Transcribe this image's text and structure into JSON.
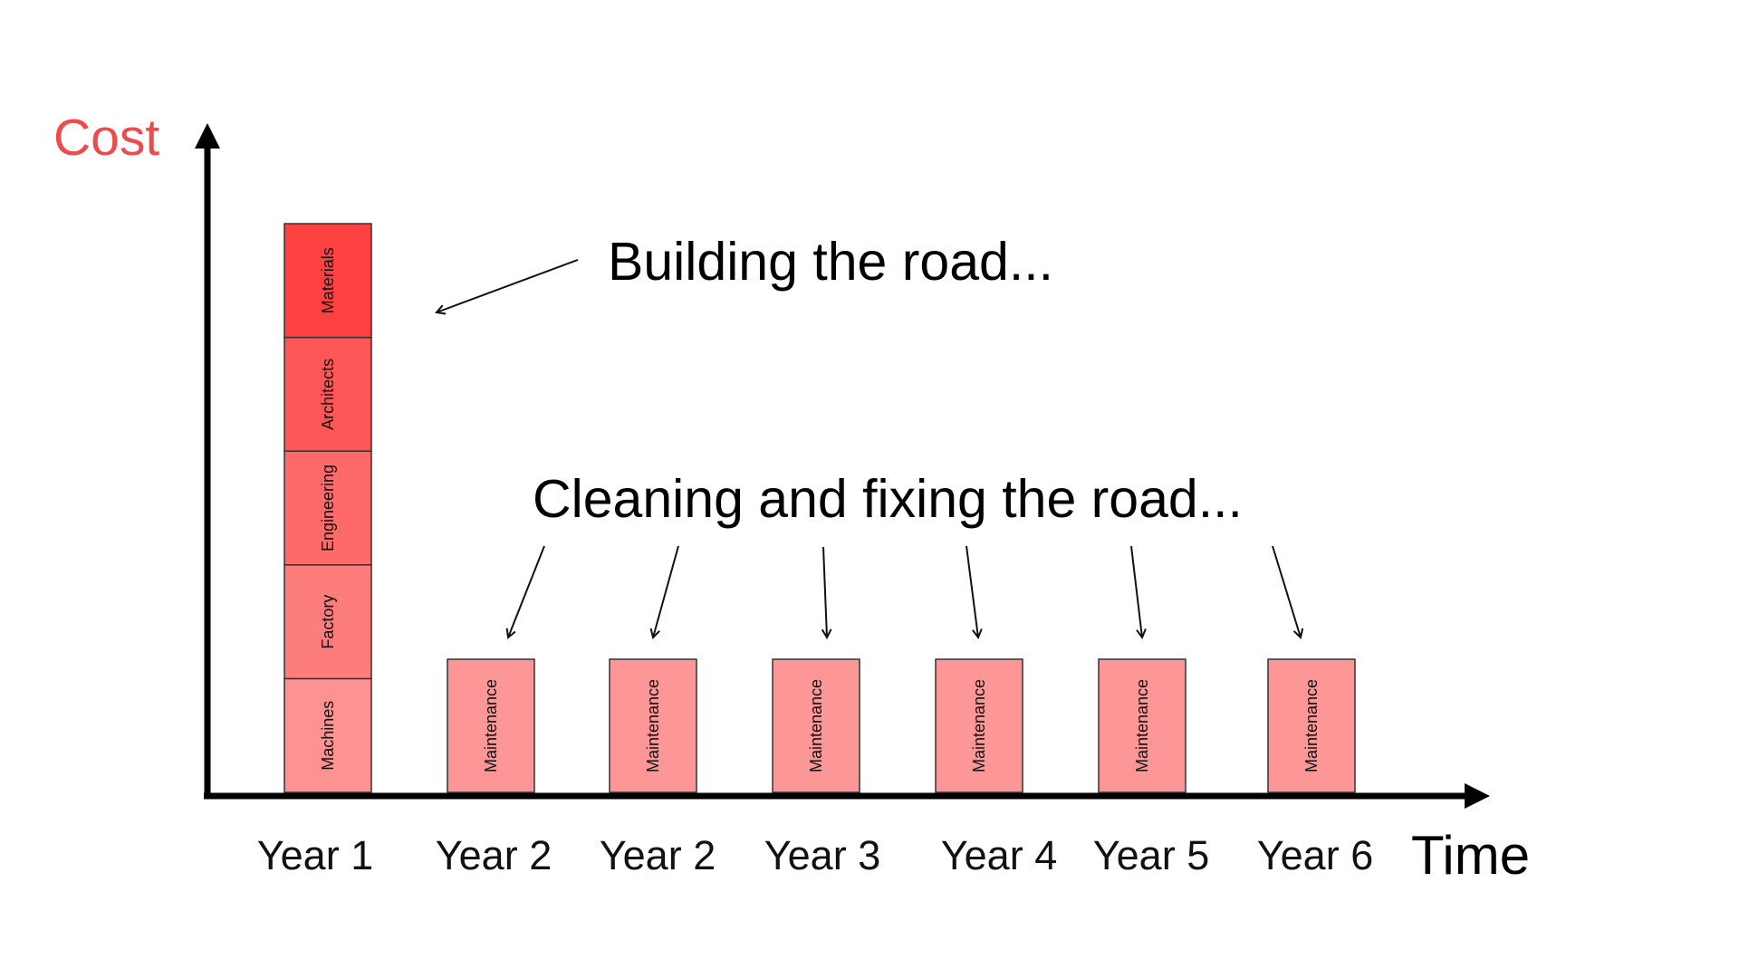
{
  "colors": {
    "axis": "#000000",
    "cost_label": "#f04a4a",
    "bar_outline": "#333333",
    "materials": "#ff4040",
    "architects": "#fe5656",
    "engineering": "#fe6a6a",
    "factory": "#fd7d7d",
    "machines": "#fd9292",
    "maintenance": "#fd9797"
  },
  "axes": {
    "y_title": "Cost",
    "x_title": "Time"
  },
  "annotations": {
    "building": "Building the road...",
    "maintaining": "Cleaning and fixing the road..."
  },
  "build_bar": {
    "year": "Year 1",
    "segments": [
      {
        "label": "Machines",
        "color": "#fd9292"
      },
      {
        "label": "Factory",
        "color": "#fd7d7d"
      },
      {
        "label": "Engineering",
        "color": "#fe6a6a"
      },
      {
        "label": "Architects",
        "color": "#fe5656"
      },
      {
        "label": "Materials",
        "color": "#ff4040"
      }
    ]
  },
  "maintenance_bars": [
    {
      "year": "Year 2",
      "label": "Maintenance"
    },
    {
      "year": "Year 2",
      "label": "Maintenance"
    },
    {
      "year": "Year 3",
      "label": "Maintenance"
    },
    {
      "year": "Year 4",
      "label": "Maintenance"
    },
    {
      "year": "Year 5",
      "label": "Maintenance"
    },
    {
      "year": "Year 6",
      "label": "Maintenance"
    }
  ]
}
